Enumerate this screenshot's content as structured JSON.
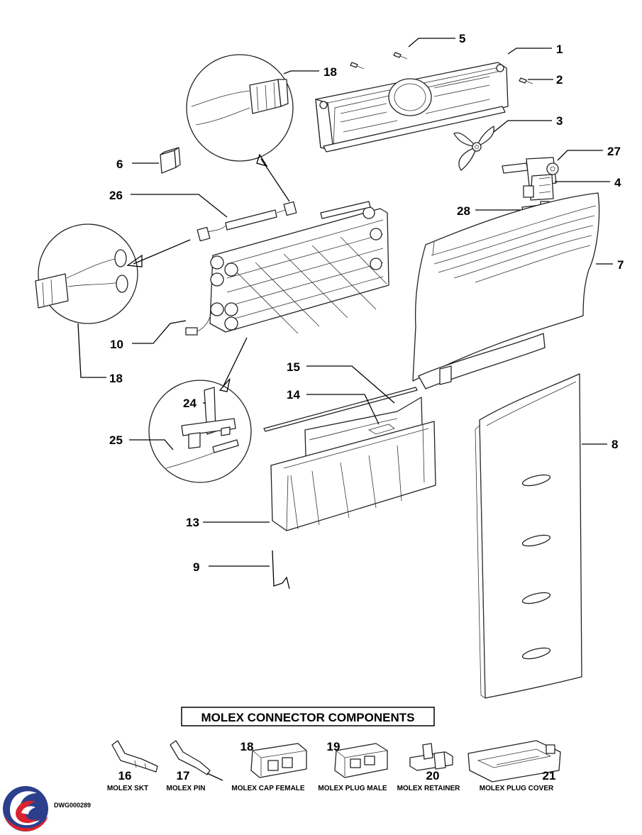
{
  "callouts": {
    "c1": "1",
    "c2": "2",
    "c3": "3",
    "c4": "4",
    "c5": "5",
    "c6": "6",
    "c7": "7",
    "c8": "8",
    "c9": "9",
    "c10": "10",
    "c13": "13",
    "c14": "14",
    "c15": "15",
    "c18a": "18",
    "c18b": "18",
    "c24": "24",
    "c25": "25",
    "c26": "26",
    "c27": "27",
    "c28": "28"
  },
  "molex": {
    "title": "MOLEX CONNECTOR COMPONENTS",
    "parts": [
      {
        "number": "16",
        "name": "MOLEX SKT"
      },
      {
        "number": "17",
        "name": "MOLEX PIN"
      },
      {
        "number": "18",
        "name": "MOLEX CAP FEMALE"
      },
      {
        "number": "19",
        "name": "MOLEX PLUG MALE"
      },
      {
        "number": "20",
        "name": "MOLEX RETAINER"
      },
      {
        "number": "21",
        "name": "MOLEX PLUG COVER"
      }
    ]
  },
  "drawing_ref": "DWG000289",
  "colors": {
    "logo_blue": "#2b3f8c",
    "logo_red": "#d9232e",
    "ink": "#000000"
  }
}
